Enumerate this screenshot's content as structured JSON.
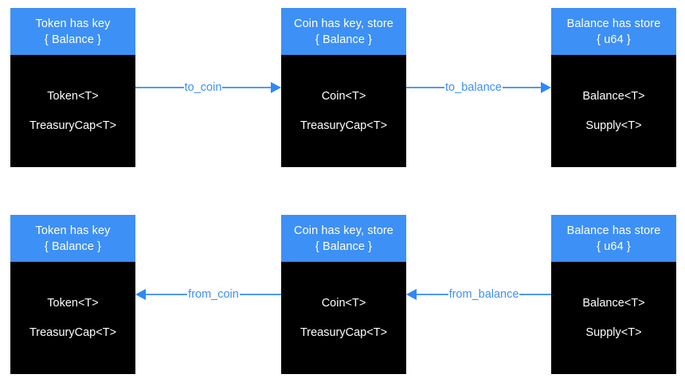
{
  "diagram": {
    "type": "flow-diagram",
    "background_color": "#ffffff",
    "accent_color": "#3d90f5",
    "node_body_color": "#000000",
    "node_text_color": "#ffffff",
    "rows": [
      {
        "name": "forward-conversion-row",
        "nodes": [
          {
            "id": "token-node-top",
            "header_line1": "Token has key",
            "header_line2": "{ Balance }",
            "body_line1": "Token<T>",
            "body_line2": "TreasuryCap<T>"
          },
          {
            "id": "coin-node-top",
            "header_line1": "Coin has key, store",
            "header_line2": "{ Balance }",
            "body_line1": "Coin<T>",
            "body_line2": "TreasuryCap<T>"
          },
          {
            "id": "balance-node-top",
            "header_line1": "Balance has store",
            "header_line2": "{ u64 }",
            "body_line1": "Balance<T>",
            "body_line2": "Supply<T>"
          }
        ],
        "edges": [
          {
            "id": "edge-to-coin",
            "label": "to_coin",
            "direction": "right"
          },
          {
            "id": "edge-to-balance",
            "label": "to_balance",
            "direction": "right"
          }
        ]
      },
      {
        "name": "reverse-conversion-row",
        "nodes": [
          {
            "id": "token-node-bottom",
            "header_line1": "Token has key",
            "header_line2": "{ Balance }",
            "body_line1": "Token<T>",
            "body_line2": "TreasuryCap<T>"
          },
          {
            "id": "coin-node-bottom",
            "header_line1": "Coin has key, store",
            "header_line2": "{ Balance }",
            "body_line1": "Coin<T>",
            "body_line2": "TreasuryCap<T>"
          },
          {
            "id": "balance-node-bottom",
            "header_line1": "Balance has store",
            "header_line2": "{ u64 }",
            "body_line1": "Balance<T>",
            "body_line2": "Supply<T>"
          }
        ],
        "edges": [
          {
            "id": "edge-from-coin",
            "label": "from_coin",
            "direction": "left"
          },
          {
            "id": "edge-from-balance",
            "label": "from_balance",
            "direction": "left"
          }
        ]
      }
    ]
  }
}
